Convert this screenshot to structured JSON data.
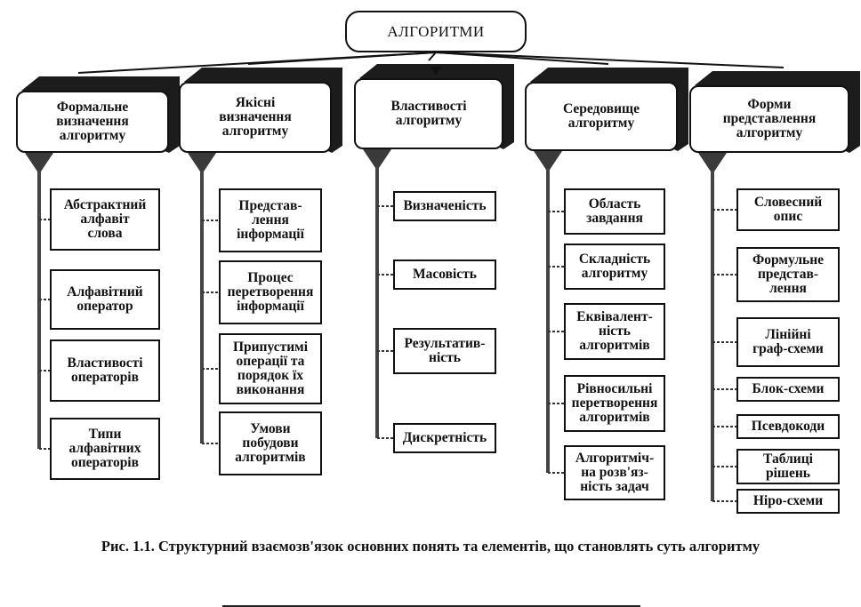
{
  "root": {
    "label": "АЛГОРИТМИ"
  },
  "categories": [
    {
      "label": "Формальне\nвизначення\nалгоритму",
      "items": [
        "Абстрактний\nалфавіт\nслова",
        "Алфавітний\nоператор",
        "Властивості\nоператорів",
        "Типи\nалфавітних\nоператорів"
      ]
    },
    {
      "label": "Якісні\nвизначення\nалгоритму",
      "items": [
        "Представ-\nлення\nінформації",
        "Процес\nперетворення\nінформації",
        "Припустимі\nоперації та\nпорядок їх\nвиконання",
        "Умови\nпобудови\nалгоритмів"
      ]
    },
    {
      "label": "Властивості\nалгоритму",
      "items": [
        "Визначеність",
        "Масовість",
        "Результатив-\nність",
        "Дискретність"
      ]
    },
    {
      "label": "Середовище\nалгоритму",
      "items": [
        "Область\nзавдання",
        "Складність\nалгоритму",
        "Еквівалент-\nність\nалгоритмів",
        "Рівносильні\nперетворення\nалгоритмів",
        "Алгоритміч-\nна розв'яз-\nність задач"
      ]
    },
    {
      "label": "Форми\nпредставлення\nалгоритму",
      "items": [
        "Словесний\nопис",
        "Формульне\nпредстав-\nлення",
        "Лінійні\nграф-схеми",
        "Блок-схеми",
        "Псевдокоди",
        "Таблиці\nрішень",
        "Ніро-схеми"
      ]
    }
  ],
  "caption": "Рис. 1.1. Структурний взаємозв'язок основних понять та елементів, що становлять суть алгоритму"
}
